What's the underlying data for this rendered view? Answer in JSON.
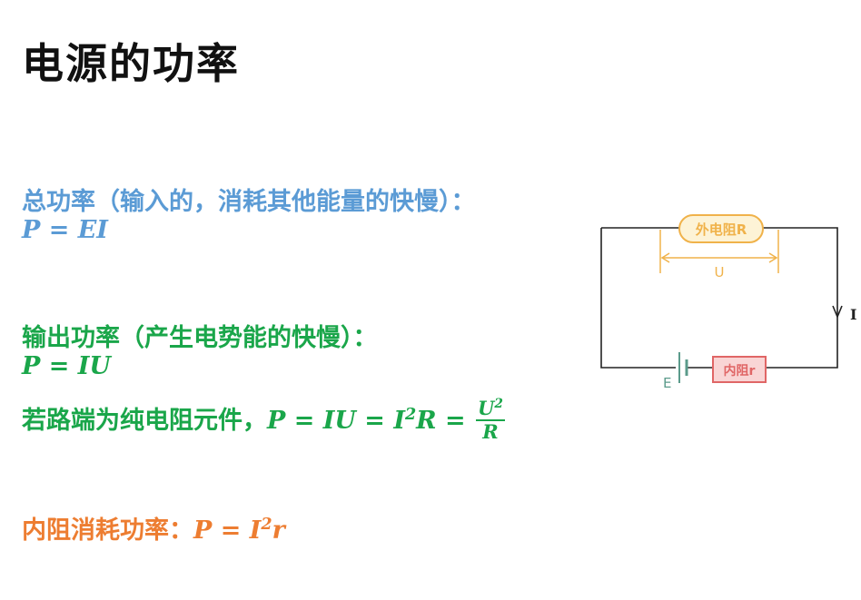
{
  "title": "电源的功率",
  "total_power": {
    "label": "总功率（输入的，消耗其他能量的快慢）：",
    "formula": "P = EI",
    "color": "#5b9bd5"
  },
  "output_power": {
    "label": "输出功率（产生电势能的快慢）：",
    "formula": "P = IU",
    "pure_resistor_label": "若路端为纯电阻元件，",
    "pure_resistor_formula_part1": "P = IU = I",
    "pure_resistor_exp": "2",
    "pure_resistor_formula_part2": "R = ",
    "frac_num_base": "U",
    "frac_num_exp": "2",
    "frac_den": "R",
    "color": "#1aa64a"
  },
  "internal_power": {
    "label": "内阻消耗功率：",
    "formula_part1": "P = I",
    "formula_exp": "2",
    "formula_part2": "r",
    "color": "#ed7d31"
  },
  "circuit": {
    "external_resistor_label": "外电阻R",
    "voltage_label": "U",
    "current_label": "I",
    "emf_label": "E",
    "internal_resistor_label": "内阻r",
    "external_resistor_color": "#f0b24a",
    "internal_resistor_color": "#e06666",
    "emf_color": "#5b9b8b"
  }
}
